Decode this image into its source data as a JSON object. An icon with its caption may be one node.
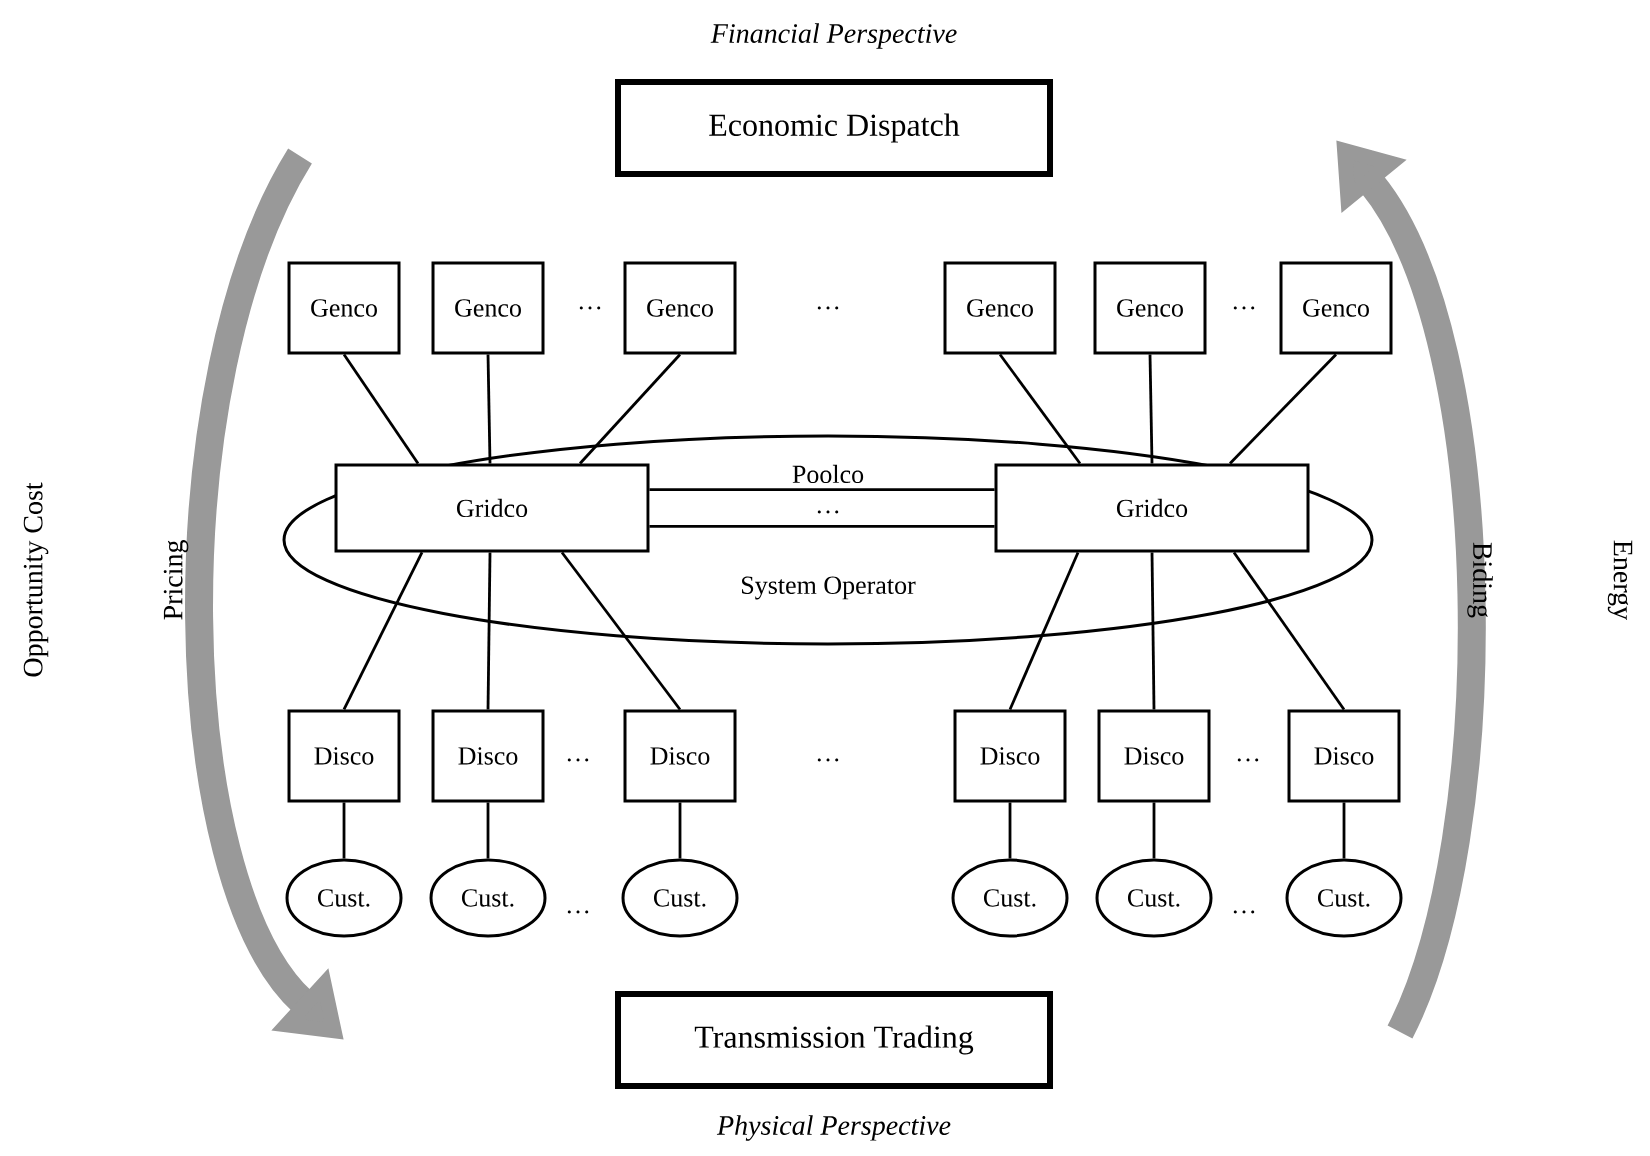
{
  "diagram": {
    "nodes": [
      {
        "text": [
          "Economic Dispatch"
        ],
        "beside": [
          "*Financial Perspective*"
        ]
      },
      {
        "text": [
          "Transmission Trading"
        ],
        "beside": [
          "*Physical Perspective*"
        ]
      },
      {
        "text": [
          "Poolco",
          "System Operator"
        ]
      },
      {
        "text": [
          "Gridco"
        ],
        "in": 2
      },
      {
        "text": [
          "Gridco"
        ],
        "in": 2
      },
      {
        "text": [
          "Genco"
        ]
      },
      {
        "text": [
          "Genco"
        ]
      },
      {
        "text": [
          "Genco"
        ]
      },
      {
        "text": [
          "Genco"
        ]
      },
      {
        "text": [
          "Genco"
        ]
      },
      {
        "text": [
          "Genco"
        ]
      },
      {
        "text": [
          "Disco"
        ]
      },
      {
        "text": [
          "Disco"
        ]
      },
      {
        "text": [
          "Disco"
        ]
      },
      {
        "text": [
          "Disco"
        ]
      },
      {
        "text": [
          "Disco"
        ]
      },
      {
        "text": [
          "Disco"
        ]
      },
      {
        "text": [
          "Cust."
        ]
      },
      {
        "text": [
          "Cust."
        ]
      },
      {
        "text": [
          "Cust."
        ]
      },
      {
        "text": [
          "Cust."
        ]
      },
      {
        "text": [
          "Cust."
        ]
      },
      {
        "text": [
          "Cust."
        ]
      }
    ],
    "edges": [
      {
        "from": 5,
        "to": 3,
        "arrow": "none"
      },
      {
        "from": 6,
        "to": 3,
        "arrow": "none"
      },
      {
        "from": 7,
        "to": 3,
        "arrow": "none"
      },
      {
        "from": 8,
        "to": 4,
        "arrow": "none"
      },
      {
        "from": 9,
        "to": 4,
        "arrow": "none"
      },
      {
        "from": 10,
        "to": 4,
        "arrow": "none"
      },
      {
        "from": 3,
        "to": 4,
        "arrow": "none",
        "style": "thick"
      },
      {
        "from": 3,
        "to": 11,
        "arrow": "none"
      },
      {
        "from": 3,
        "to": 12,
        "arrow": "none"
      },
      {
        "from": 3,
        "to": 13,
        "arrow": "none"
      },
      {
        "from": 4,
        "to": 14,
        "arrow": "none"
      },
      {
        "from": 4,
        "to": 15,
        "arrow": "none"
      },
      {
        "from": 4,
        "to": 16,
        "arrow": "none"
      },
      {
        "from": 11,
        "to": 17,
        "arrow": "none"
      },
      {
        "from": 12,
        "to": 18,
        "arrow": "none"
      },
      {
        "from": 13,
        "to": 19,
        "arrow": "none"
      },
      {
        "from": 14,
        "to": 20,
        "arrow": "none"
      },
      {
        "from": 15,
        "to": 21,
        "arrow": "none"
      },
      {
        "from": 16,
        "to": 22,
        "arrow": "none"
      }
    ],
    "labels": [
      "…",
      "…",
      "…",
      "…",
      "Opportunity Cost",
      "Pricing",
      "Biding",
      "Energy",
      "…",
      "…",
      "…",
      "…",
      "…"
    ]
  }
}
